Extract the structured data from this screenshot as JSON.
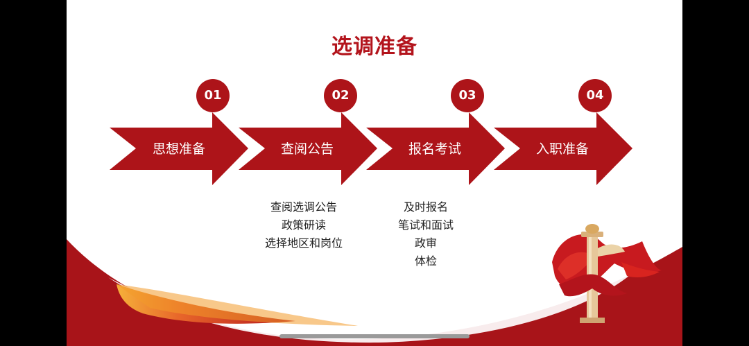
{
  "slide": {
    "title": "选调准备",
    "steps": [
      {
        "number": "01",
        "label": "思想准备",
        "details": []
      },
      {
        "number": "02",
        "label": "查阅公告",
        "details": [
          "查阅选调公告",
          "政策研读",
          "选择地区和岗位"
        ]
      },
      {
        "number": "03",
        "label": "报名考试",
        "details": [
          "及时报名",
          "笔试和面试",
          "政审",
          "体检"
        ]
      },
      {
        "number": "04",
        "label": "入职准备",
        "details": []
      }
    ],
    "colors": {
      "primary_red": "#ad1419",
      "title_red": "#b3141c",
      "accent_orange": "#f39a2a"
    },
    "decoration_icon": "huabiao-column-with-red-ribbon-icon"
  }
}
